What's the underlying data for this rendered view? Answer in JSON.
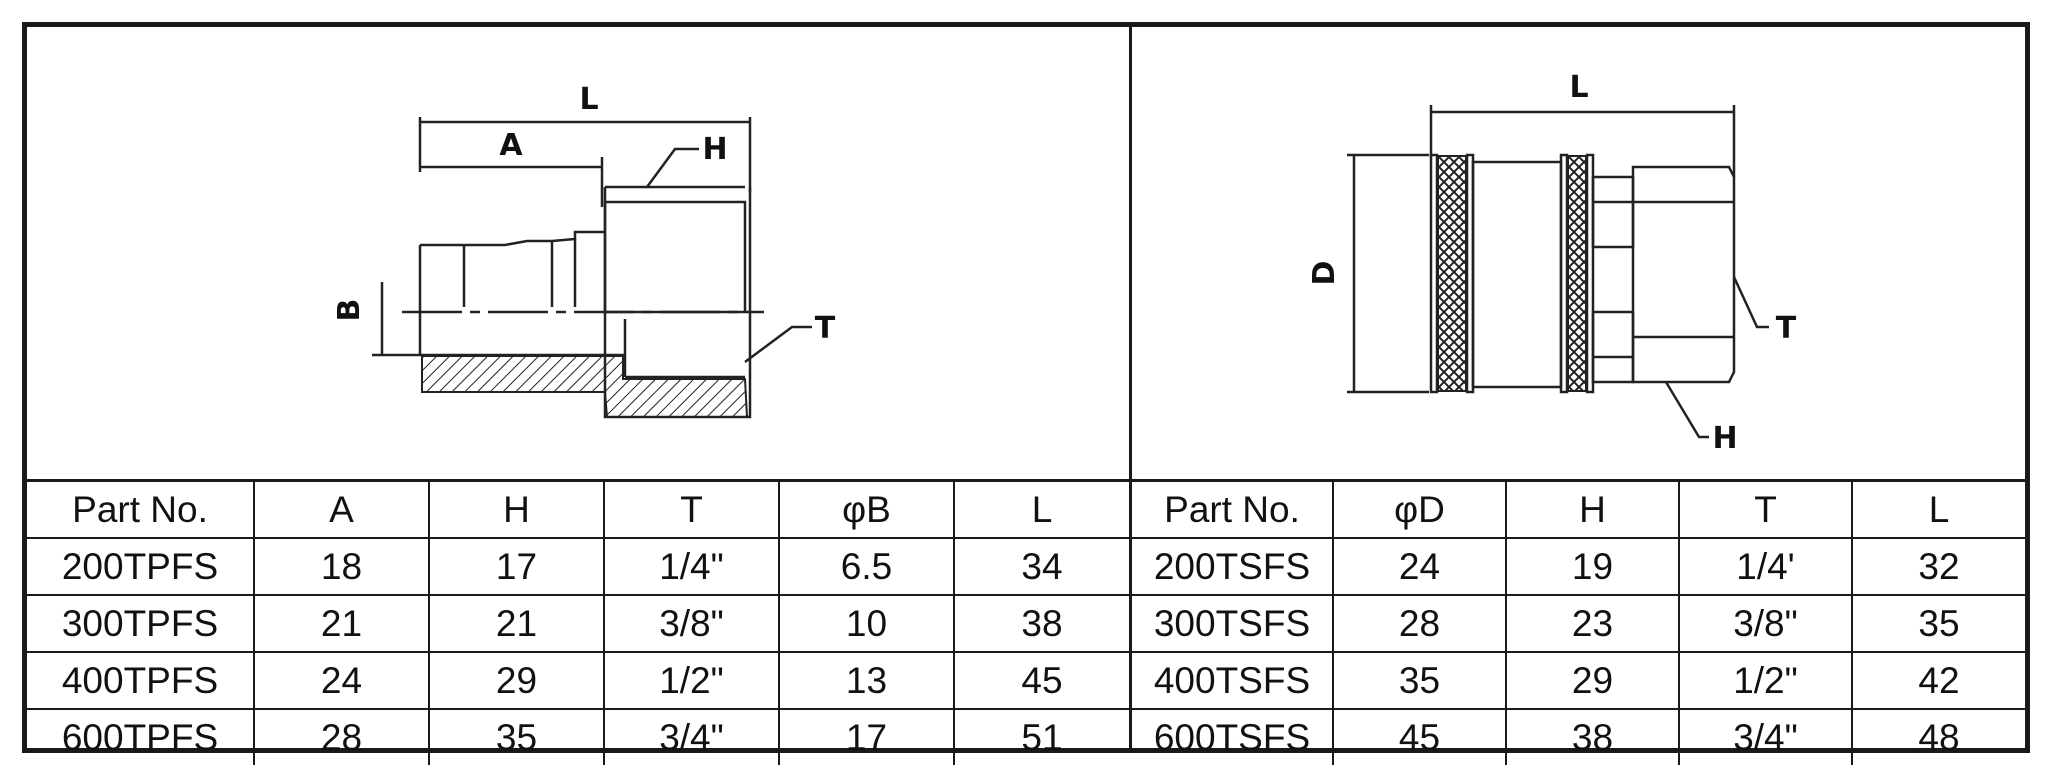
{
  "plug": {
    "dim_labels": {
      "L": "L",
      "A": "A",
      "H": "H",
      "B": "B",
      "T": "T"
    },
    "headers": [
      "Part No.",
      "A",
      "H",
      "T",
      "φB",
      "L"
    ],
    "rows": [
      [
        "200TPFS",
        "18",
        "17",
        "1/4\"",
        "6.5",
        "34"
      ],
      [
        "300TPFS",
        "21",
        "21",
        "3/8\"",
        "10",
        "38"
      ],
      [
        "400TPFS",
        "24",
        "29",
        "1/2\"",
        "13",
        "45"
      ],
      [
        "600TPFS",
        "28",
        "35",
        "3/4\"",
        "17",
        "51"
      ]
    ]
  },
  "socket": {
    "dim_labels": {
      "L": "L",
      "D": "D",
      "T": "T",
      "H": "H"
    },
    "headers": [
      "Part No.",
      "φD",
      "H",
      "T",
      "L"
    ],
    "rows": [
      [
        "200TSFS",
        "24",
        "19",
        "1/4'",
        "32"
      ],
      [
        "300TSFS",
        "28",
        "23",
        "3/8\"",
        "35"
      ],
      [
        "400TSFS",
        "35",
        "29",
        "1/2\"",
        "42"
      ],
      [
        "600TSFS",
        "45",
        "38",
        "3/4\"",
        "48"
      ]
    ]
  }
}
